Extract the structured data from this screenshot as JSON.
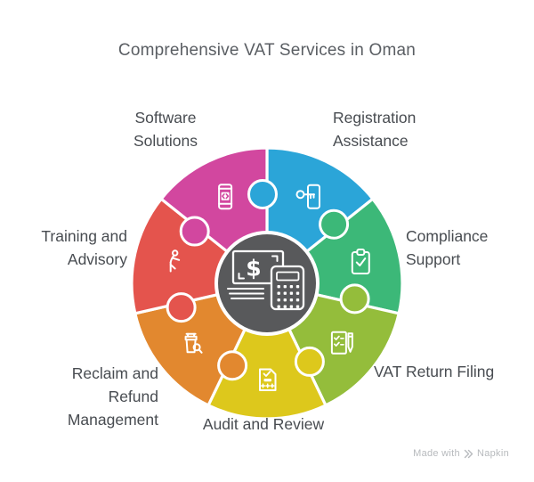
{
  "title": "Comprehensive VAT Services in Oman",
  "background": "#ffffff",
  "diagram": {
    "type": "puzzle-pie",
    "center_color": "#58595b",
    "center_icon": "money-calculator-icon",
    "segments": [
      {
        "label": "Registration Assistance",
        "color": "#2ba5d8",
        "icon": "key-access-icon"
      },
      {
        "label": "Compliance Support",
        "color": "#3cb878",
        "icon": "clipboard-check-icon"
      },
      {
        "label": "VAT Return Filing",
        "color": "#94bd3b",
        "icon": "checklist-pen-icon"
      },
      {
        "label": "Audit and Review",
        "color": "#ddc81c",
        "icon": "audit-document-icon"
      },
      {
        "label": "Reclaim and Refund Management",
        "color": "#e2882f",
        "icon": "refund-jar-icon"
      },
      {
        "label": "Training and Advisory",
        "color": "#e4544d",
        "icon": "training-person-icon"
      },
      {
        "label": "Software Solutions",
        "color": "#d2479f",
        "icon": "mobile-app-icon"
      }
    ]
  },
  "footer": {
    "made_with": "Made with",
    "brand": "Napkin"
  }
}
